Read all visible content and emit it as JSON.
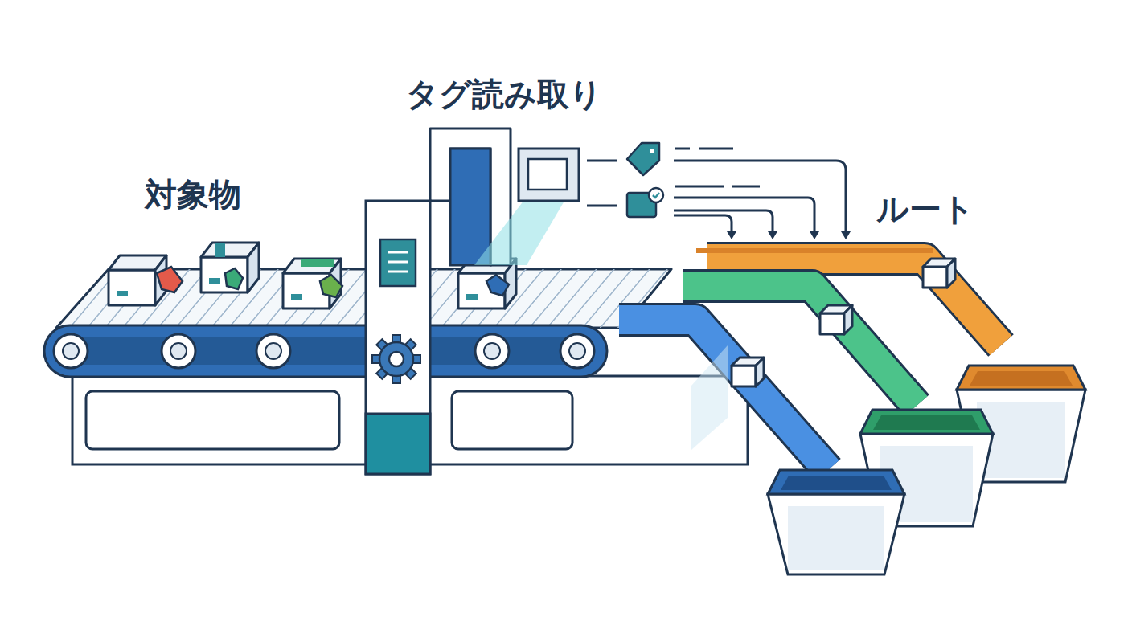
{
  "diagram": {
    "labels": [
      "対象物",
      "タグ読み取り",
      "ルート"
    ]
  }
}
